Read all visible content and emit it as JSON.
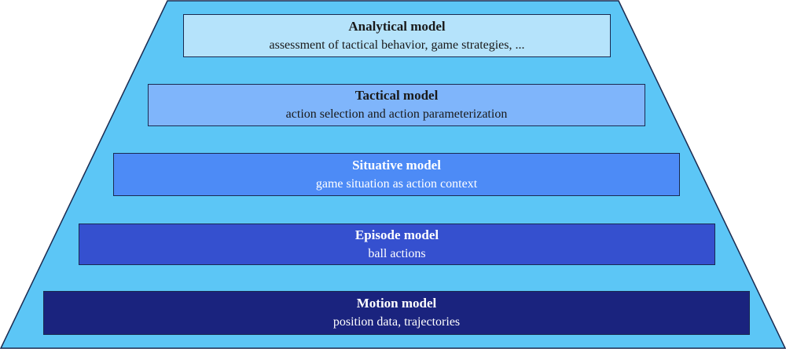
{
  "colors": {
    "pyramid_fill": "#5cc6f6",
    "pyramid_stroke": "#1a2a50"
  },
  "layers": [
    {
      "title": "Analytical model",
      "subtitle": "assessment of tactical behavior, game strategies, ...",
      "fill": "#b5e3fb",
      "text_color": "#1a1a1a"
    },
    {
      "title": "Tactical model",
      "subtitle": "action selection and action parameterization",
      "fill": "#7fb5fb",
      "text_color": "#1a1a1a"
    },
    {
      "title": "Situative model",
      "subtitle": "game situation as action context",
      "fill": "#4d8bf6",
      "text_color": "#ffffff"
    },
    {
      "title": "Episode model",
      "subtitle": "ball actions",
      "fill": "#3550cf",
      "text_color": "#ffffff"
    },
    {
      "title": "Motion model",
      "subtitle": "position data, trajectories",
      "fill": "#1a237e",
      "text_color": "#ffffff"
    }
  ]
}
